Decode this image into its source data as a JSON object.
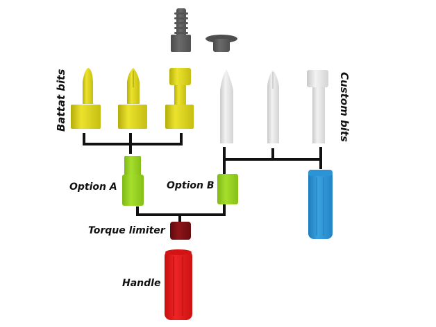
{
  "title": "Screwdriver modular parts diagram",
  "labels": {
    "battat_bits": "Battat bits",
    "custom_bits": "Custom bits",
    "option_a": "Option A",
    "option_b": "Option B",
    "torque_limiter": "Torque limiter",
    "handle": "Handle"
  },
  "colors": {
    "screw": "#5a5a5a",
    "battat_bit": "#d9d21a",
    "custom_bit": "#e4e4e4",
    "option": "#96d21e",
    "custom_handle": "#2a8fd0",
    "torque_limiter": "#7d0f14",
    "handle": "#e01a1a",
    "connector": "#111111"
  },
  "parts": {
    "screws": [
      "threaded-screw",
      "flat-head-screw"
    ],
    "battat_bits": [
      "flat-tip",
      "phillips-tip",
      "hex-socket"
    ],
    "custom_bits": [
      "flat-tip",
      "phillips-tip",
      "hex-socket"
    ]
  }
}
